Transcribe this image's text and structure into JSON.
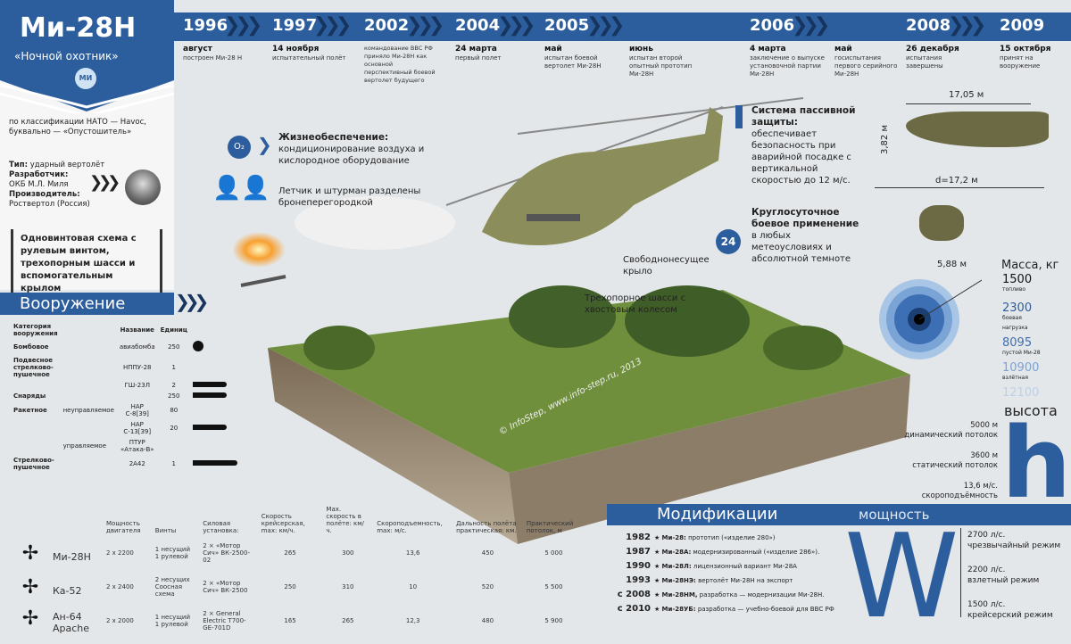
{
  "colors": {
    "brand_blue": "#2c5e9e",
    "background": "#e4e7ea"
  },
  "header": {
    "title": "Ми-28Н",
    "subtitle": "«Ночной охотник»",
    "logo": "МИ"
  },
  "timeline": {
    "years": [
      "1996",
      "1997",
      "2002",
      "2004",
      "2005",
      "2006",
      "2008",
      "2009"
    ],
    "events": [
      {
        "date": "август",
        "text": "построен Ми-28 Н"
      },
      {
        "date": "14 ноября",
        "text": "испытательный полёт"
      },
      {
        "date": "",
        "text": "командование ВВС РФ приняло Ми-28Н как основной перспективный боевой вертолет будущего"
      },
      {
        "date": "24 марта",
        "text": "первый полет"
      },
      {
        "date": "май",
        "text": "испытан боевой вертолет Ми-28Н"
      },
      {
        "date": "июнь",
        "text": "испытан второй опытный прототип Ми-28Н"
      },
      {
        "date": "4 марта",
        "text": "заключение о выпуске установочной партии Ми-28Н"
      },
      {
        "date": "май",
        "text": "госиспытания первого серийного Ми-28Н"
      },
      {
        "date": "26 декабря",
        "text": "испытания завершены"
      },
      {
        "date": "15 октября",
        "text": "принят на вооружение"
      }
    ]
  },
  "info": {
    "nato": "по классификации НАТО — Havoc, буквально — «Опустошитель»",
    "type_label": "Тип:",
    "type_value": "ударный вертолёт",
    "dev_label": "Разработчик:",
    "dev_value": "ОКБ М.Л. Миля",
    "maker_label": "Производитель:",
    "maker_value": "Роствертол (Россия)",
    "scheme": "Одновинтовая схема с рулевым винтом, трехопорным шасси и вспомогательным крылом"
  },
  "armament": {
    "title": "Вооружение",
    "headers": [
      "Категория вооружения",
      "Название",
      "Единиц"
    ],
    "rows": [
      {
        "cat": "Бомбовое",
        "sub": "",
        "name": "авиабомба",
        "units": "250",
        "icon": "bomb-icon"
      },
      {
        "cat": "Подвесное стрелково-пушечное",
        "sub": "",
        "name": "НППУ-28",
        "units": "1",
        "icon": ""
      },
      {
        "cat": "",
        "sub": "",
        "name": "ГШ-23Л",
        "units": "2",
        "icon": "bullet-icon"
      },
      {
        "cat": "Снаряды",
        "sub": "",
        "name": "",
        "units": "250",
        "icon": "shell-icon"
      },
      {
        "cat": "Ракетное",
        "sub": "неуправляемое",
        "name": "НАР С-8[39]",
        "units": "80",
        "icon": ""
      },
      {
        "cat": "",
        "sub": "",
        "name": "НАР С-13[39]",
        "units": "20",
        "icon": "rocket-icon"
      },
      {
        "cat": "",
        "sub": "управляемое",
        "name": "ПТУР «Атака-В»",
        "units": "",
        "icon": ""
      },
      {
        "cat": "Стрелково-пушечное",
        "sub": "",
        "name": "2А42",
        "units": "1",
        "icon": "cannon-icon"
      }
    ]
  },
  "comparison": {
    "headers": [
      "Мощность двигателя",
      "Винты",
      "Силовая установка:",
      "Скорость крейсерская, max: км/ч.",
      "Max. скорость в полёте: км/ч.",
      "Скороподъемность, max: м/с.",
      "Дальность полёта практическая: км.",
      "Практический потолок, м"
    ],
    "rows": [
      {
        "name": "Ми-28Н",
        "cells": [
          "2 x 2200",
          "1 несущий 1 рулевой",
          "2 × «Мотор Сич» ВК-2500-02",
          "265",
          "300",
          "13,6",
          "450",
          "5 000"
        ]
      },
      {
        "name": "Ка-52",
        "cells": [
          "2 x 2400",
          "2 несущих Соосная схема",
          "2 × «Мотор Сич» ВК-2500",
          "250",
          "310",
          "10",
          "520",
          "5 500"
        ]
      },
      {
        "name": "Ан-64 Apache",
        "cells": [
          "2 x 2000",
          "1 несущий 1 рулевой",
          "2 × General Electric T700-GE-701D",
          "165",
          "265",
          "12,3",
          "480",
          "5 900"
        ]
      }
    ]
  },
  "features": {
    "life_title": "Жизнеобеспечение:",
    "life_text": "кондиционирование воздуха и кислородное оборудование",
    "o2": "O₂",
    "crew_text": "Летчик и штурман разделены бронеперегородкой",
    "protect_title": "Система пассивной защиты:",
    "protect_text": "обеспечивает безопасность при аварийной посадке с вертикальной скоростью до 12 м/с.",
    "allday_badge": "24",
    "allday_title": "Круглосуточное боевое применение",
    "allday_text": "в любых метеоусловиях и абсолютной темноте",
    "wing": "Свободнонесущее крыло",
    "gear": "Трехопорное шасси с хвостовым колесом",
    "watermark": "© InfoStep, www.info-step.ru, 2013"
  },
  "dimensions": {
    "length": "17,05 м",
    "height": "3,82 м",
    "rotor": "d=17,2 м",
    "width": "5,88 м"
  },
  "mass": {
    "title": "Масса, кг",
    "items": [
      {
        "value": "1500",
        "label": "топливо"
      },
      {
        "value": "2300",
        "label": "боевая нагрузка"
      },
      {
        "value": "8095",
        "label": "пустой Ми-28"
      },
      {
        "value": "10900",
        "label": "взлётная"
      },
      {
        "value": "12100",
        "label": ""
      }
    ]
  },
  "altitude": {
    "title": "высота",
    "letter": "h",
    "items": [
      {
        "value": "5000 м",
        "label": "динамический потолок"
      },
      {
        "value": "3600 м",
        "label": "статический потолок"
      },
      {
        "value": "13,6 м/с.",
        "label": "скороподъёмность"
      }
    ]
  },
  "modifications": {
    "title": "Модификации",
    "items": [
      {
        "year": "1982",
        "name": "Ми-28:",
        "text": "прототип («изделие 280»)"
      },
      {
        "year": "1987",
        "name": "Ми-28А:",
        "text": "модернизированный («изделие 286»)."
      },
      {
        "year": "1990",
        "name": "Ми-28Л:",
        "text": "лицензионный вариант Ми-28А"
      },
      {
        "year": "1993",
        "name": "Ми-28НЭ:",
        "text": "вертолёт Ми-28Н на экспорт"
      },
      {
        "year": "с 2008",
        "name": "Ми-28НМ,",
        "text": "разработка — модернизации Ми-28Н."
      },
      {
        "year": "с 2010",
        "name": "Ми-28УБ:",
        "text": "разработка — учебно-боевой для ВВС РФ"
      }
    ]
  },
  "power": {
    "title": "мощность",
    "letter": "W",
    "items": [
      {
        "value": "2700 л/с.",
        "label": "чрезвычайный режим"
      },
      {
        "value": "2200 л/с.",
        "label": "взлетный режим"
      },
      {
        "value": "1500 л/с.",
        "label": "крейсерский режим"
      }
    ]
  }
}
